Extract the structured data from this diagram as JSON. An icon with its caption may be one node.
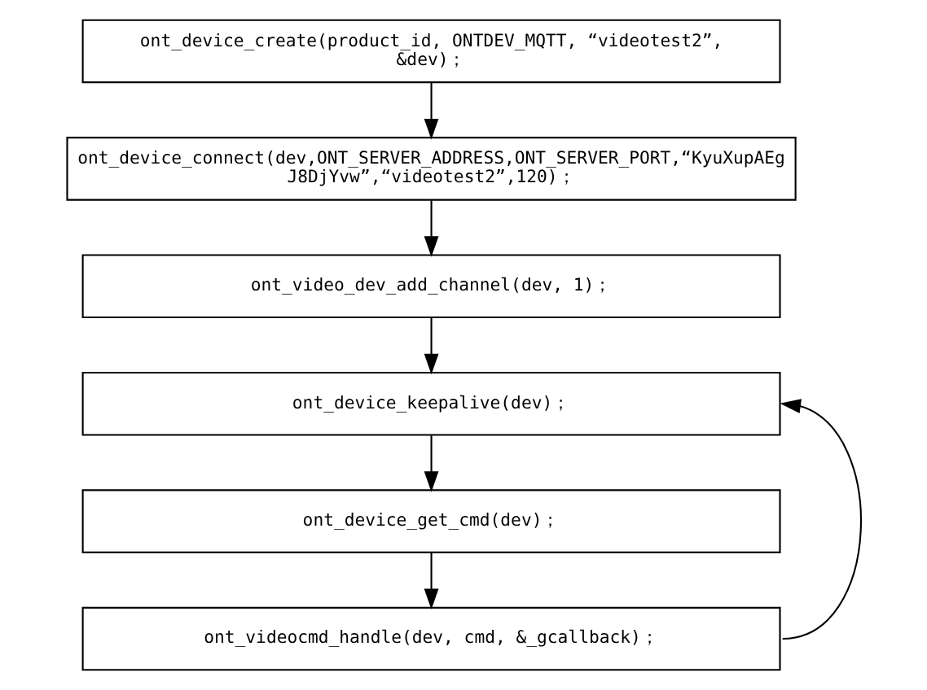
{
  "diagram": {
    "nodes": [
      {
        "text": [
          "ont_device_create(product_id, ONTDEV_MQTT, “videotest2”, &dev)；"
        ]
      },
      {
        "text": [
          "ont_device_connect(dev,ONT_SERVER_ADDRESS,ONT_SERVER_PORT,“KyuXupAEg J8DjYvw”,“videotest2”,120)；"
        ]
      },
      {
        "text": [
          "ont_video_dev_add_channel(dev, 1)；"
        ]
      },
      {
        "text": [
          "ont_device_keepalive(dev)；"
        ]
      },
      {
        "text": [
          "ont_device_get_cmd(dev)；"
        ]
      },
      {
        "text": [
          "ont_videocmd_handle(dev, cmd, &_gcallback)；"
        ]
      }
    ],
    "edges": [
      {
        "from": 0,
        "to": 1,
        "arrow": "to"
      },
      {
        "from": 1,
        "to": 2,
        "arrow": "to"
      },
      {
        "from": 2,
        "to": 3,
        "arrow": "to"
      },
      {
        "from": 3,
        "to": 4,
        "arrow": "to"
      },
      {
        "from": 4,
        "to": 5,
        "arrow": "to"
      },
      {
        "from": 5,
        "to": 3,
        "arrow": "to"
      }
    ]
  }
}
